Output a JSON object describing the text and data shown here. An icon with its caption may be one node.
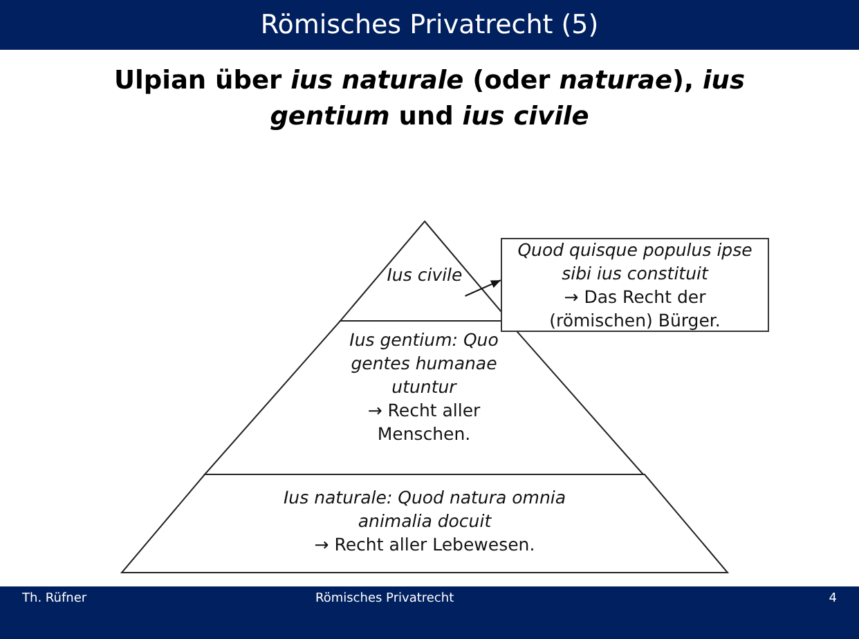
{
  "diagram": {
    "title": "Römisches Privatrecht (5)",
    "nodes": [
      {
        "text": [
          "Ius civile"
        ]
      },
      {
        "text": [
          "Ius gentium: Quo gentes humanae utuntur",
          "→ Recht aller Menschen."
        ]
      },
      {
        "text": [
          "Ius naturale: Quod natura omnia animalia docuit",
          "→ Recht aller Lebewesen."
        ]
      },
      {
        "text": [
          "Quod quisque populus ipse sibi ius constituit",
          "→ Das Recht der (römischen) Bürger."
        ]
      }
    ],
    "edges": [
      {
        "from": 0,
        "to": 3,
        "arrow": "to"
      }
    ],
    "labels": [
      "Ulpian über *ius naturale* (oder *naturae*), *ius gentium* und *ius civile*",
      "Th. Rüfner",
      "Römisches Privatrecht",
      "4"
    ]
  }
}
